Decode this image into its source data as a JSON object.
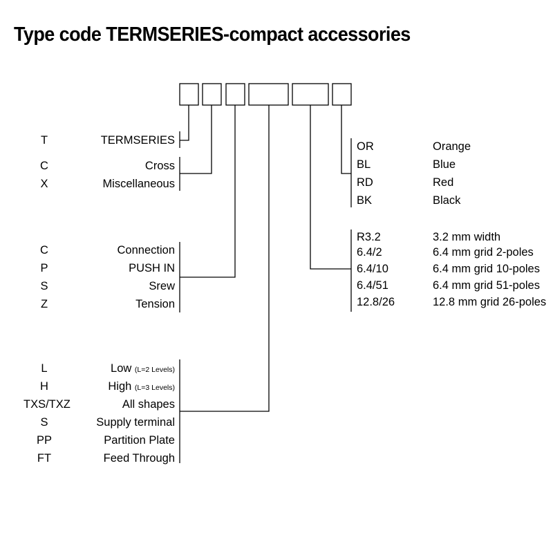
{
  "title": "Type code TERMSERIES-compact accessories",
  "groups": {
    "series": [
      {
        "code": "T",
        "label": "TERMSERIES"
      }
    ],
    "type": [
      {
        "code": "C",
        "label": "Cross"
      },
      {
        "code": "X",
        "label": "Miscellaneous"
      }
    ],
    "connection": [
      {
        "code": "C",
        "label": "Connection"
      },
      {
        "code": "P",
        "label": "PUSH IN"
      },
      {
        "code": "S",
        "label": "Srew"
      },
      {
        "code": "Z",
        "label": "Tension"
      }
    ],
    "variant": [
      {
        "code": "L",
        "label": "Low",
        "note": "(L=2 Levels)"
      },
      {
        "code": "H",
        "label": "High",
        "note": "(L=3 Levels)"
      },
      {
        "code": "TXS/TXZ",
        "label": "All shapes"
      },
      {
        "code": "S",
        "label": "Supply terminal"
      },
      {
        "code": "PP",
        "label": "Partition Plate"
      },
      {
        "code": "FT",
        "label": "Feed Through"
      }
    ],
    "size": [
      {
        "code": "R3.2",
        "label": "3.2 mm width"
      },
      {
        "code": "6.4/2",
        "label": "6.4 mm grid 2-poles"
      },
      {
        "code": "6.4/10",
        "label": "6.4 mm grid 10-poles"
      },
      {
        "code": "6.4/51",
        "label": "6.4 mm grid 51-poles"
      },
      {
        "code": "12.8/26",
        "label": "12.8 mm grid 26-poles"
      }
    ],
    "color": [
      {
        "code": "OR",
        "label": "Orange"
      },
      {
        "code": "BL",
        "label": "Blue"
      },
      {
        "code": "RD",
        "label": "Red"
      },
      {
        "code": "BK",
        "label": "Black"
      }
    ]
  }
}
